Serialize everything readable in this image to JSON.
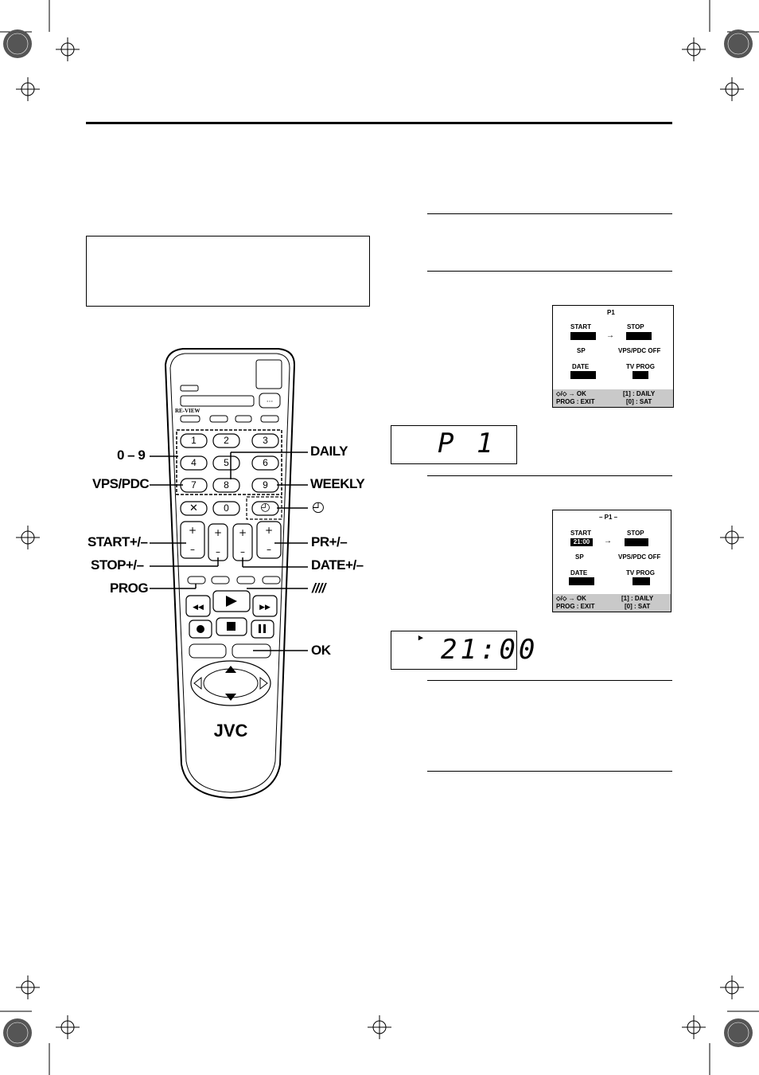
{
  "remote": {
    "brand": "JVC",
    "review_label": "RE-VIEW",
    "keys": [
      "1",
      "2",
      "3",
      "4",
      "5",
      "6",
      "7",
      "8",
      "9",
      "0"
    ],
    "cancel_symbol": "✕",
    "clock_symbol": "◴"
  },
  "callouts": {
    "zero_nine": "0 – 9",
    "vps_pdc": "VPS/PDC",
    "start": "START+/–",
    "stop": "STOP+/–",
    "prog": "PROG",
    "daily": "DAILY",
    "weekly": "WEEKLY",
    "clock": "◴",
    "pr": "PR+/–",
    "date": "DATE+/–",
    "slashes": "////",
    "ok": "OK"
  },
  "osd1": {
    "title": "P1",
    "start": "START",
    "stop": "STOP",
    "sp": "SP",
    "vps": "VPS/PDC OFF",
    "date": "DATE",
    "tv_prog": "TV PROG",
    "foot_left_1": "⬦/⬦ → OK",
    "foot_left_2": "PROG : EXIT",
    "foot_right_1": "[1] : DAILY",
    "foot_right_2": "[0] : SAT"
  },
  "osd2": {
    "title": "– P1 –",
    "start": "START",
    "start_value": "21:00",
    "stop": "STOP",
    "sp": "SP",
    "vps": "VPS/PDC OFF",
    "date": "DATE",
    "tv_prog": "TV PROG",
    "foot_left_1": "⬦/⬦ → OK",
    "foot_left_2": "PROG : EXIT",
    "foot_right_1": "[1] : DAILY",
    "foot_right_2": "[0] : SAT"
  },
  "lcd1": {
    "text": "P 1"
  },
  "lcd2": {
    "indicator": "▸",
    "text": "21:00"
  }
}
